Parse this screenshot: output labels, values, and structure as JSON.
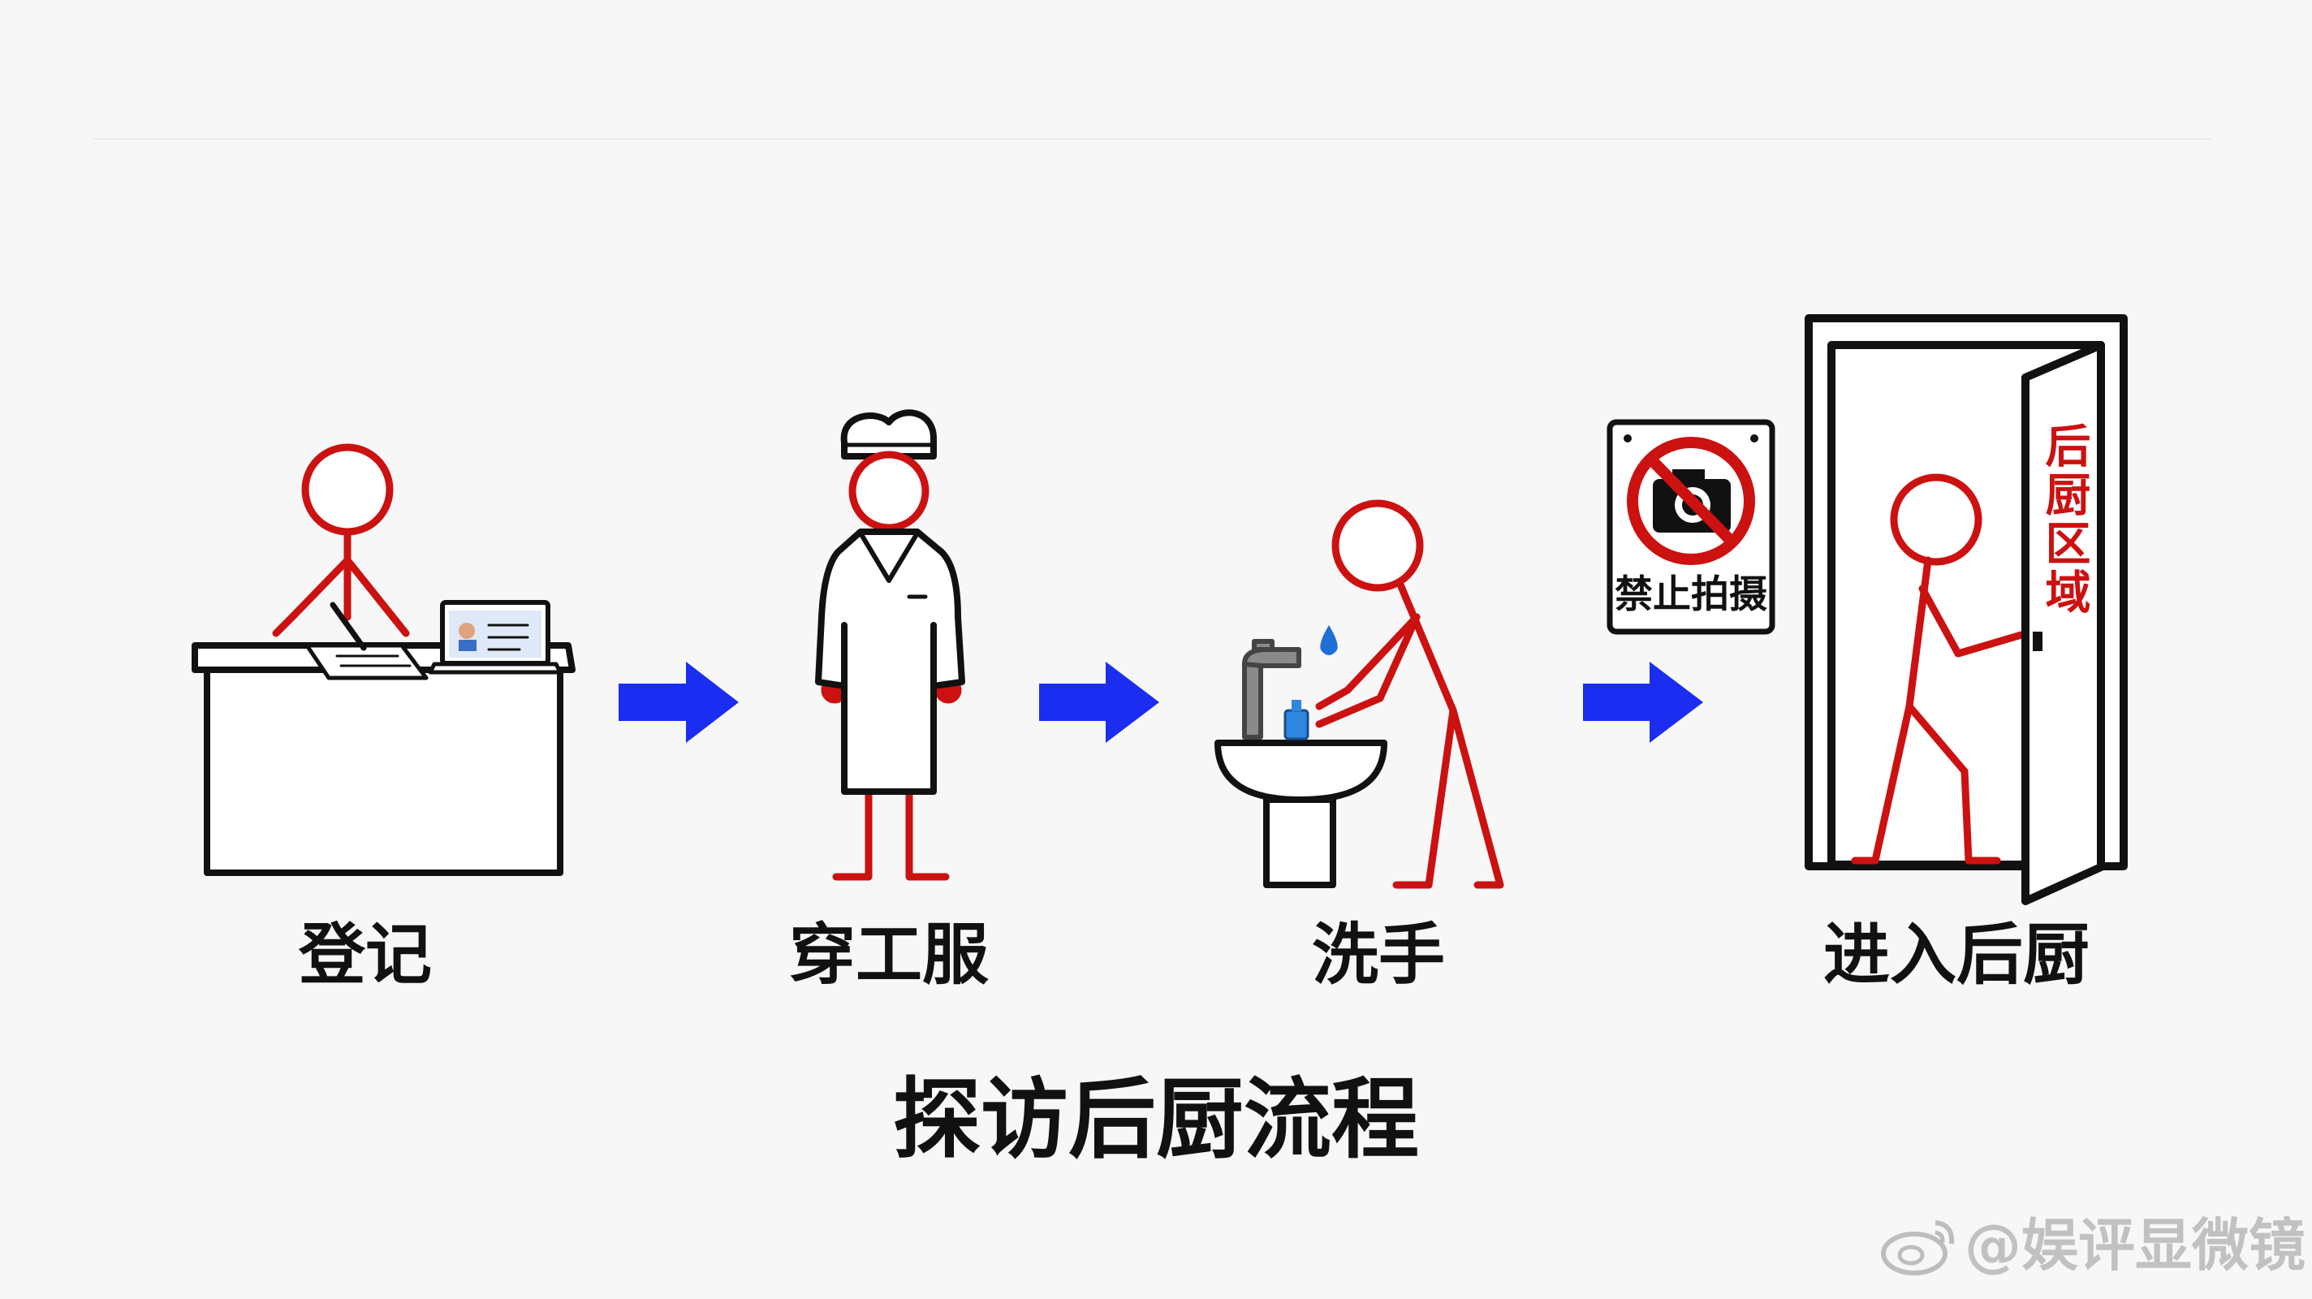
{
  "title": "探访后厨流程",
  "steps": [
    {
      "label": "登记"
    },
    {
      "label": "穿工服"
    },
    {
      "label": "洗手"
    },
    {
      "label": "进入后厨"
    }
  ],
  "sign": {
    "text": "禁止拍摄"
  },
  "door": {
    "text": "后厨区域"
  },
  "watermark": {
    "handle": "@娱评显微镜"
  },
  "colors": {
    "figure": "#cc1111",
    "arrow": "#1a2df0",
    "outline": "#111111"
  }
}
